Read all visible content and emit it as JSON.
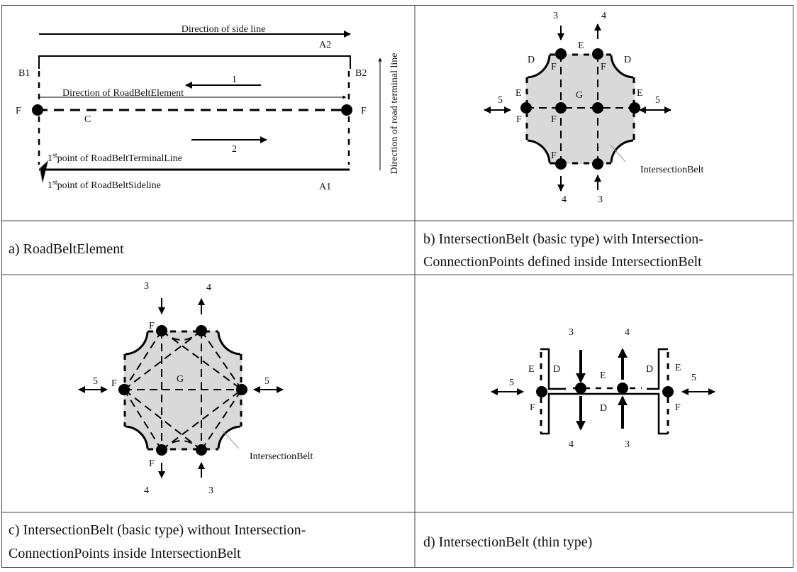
{
  "panel_a": {
    "direction_side_line": "Direction of side line",
    "A2": "A2",
    "A1": "A1",
    "B1": "B1",
    "B2": "B2",
    "arrow1": "1",
    "arrow2": "2",
    "direction_element": "Direction of RoadBeltElement",
    "F_left": "F",
    "F_right": "F",
    "C": "C",
    "terminal_point_num": "1",
    "terminal_point_sup": "st",
    "terminal_point_text": "point of RoadBeltTerminalLine",
    "sideline_point_num": "1",
    "sideline_point_sup": "st",
    "sideline_point_text": "point of RoadBeltSideline",
    "direction_terminal_line": "Direction of road terminal line",
    "caption": "a) RoadBeltElement"
  },
  "panel_b": {
    "labels": {
      "t3": "3",
      "t4": "4",
      "E_top": "E",
      "D_left": "D",
      "D_right": "D",
      "F1": "F",
      "F2": "F",
      "E_left": "E",
      "E_right": "E",
      "G": "G",
      "five_left": "5",
      "five_right": "5",
      "F3": "F",
      "F4": "F",
      "F5": "F",
      "b4": "4",
      "b3": "3"
    },
    "belt_label": "IntersectionBelt",
    "caption_line1": "b) IntersectionBelt (basic type) with Intersection-",
    "caption_line2": "ConnectionPoints defined inside IntersectionBelt"
  },
  "panel_c": {
    "labels": {
      "t3": "3",
      "t4": "4",
      "F_top": "F",
      "five_left": "5",
      "F_left": "F",
      "G": "G",
      "five_right": "5",
      "F_bottom": "F",
      "b4": "4",
      "b3": "3"
    },
    "belt_label": "IntersectionBelt",
    "caption_line1": "c) IntersectionBelt (basic type) without Intersection-",
    "caption_line2": "ConnectionPoints inside IntersectionBelt"
  },
  "panel_d": {
    "labels": {
      "t3": "3",
      "t4": "4",
      "E_left": "E",
      "D_left": "D",
      "E_mid": "E",
      "D_right": "D",
      "E_right": "E",
      "five_left": "5",
      "five_right": "5",
      "F_left": "F",
      "D_mid": "D",
      "F_right": "F",
      "b4": "4",
      "b3": "3"
    },
    "caption": "d) IntersectionBelt (thin type)"
  }
}
